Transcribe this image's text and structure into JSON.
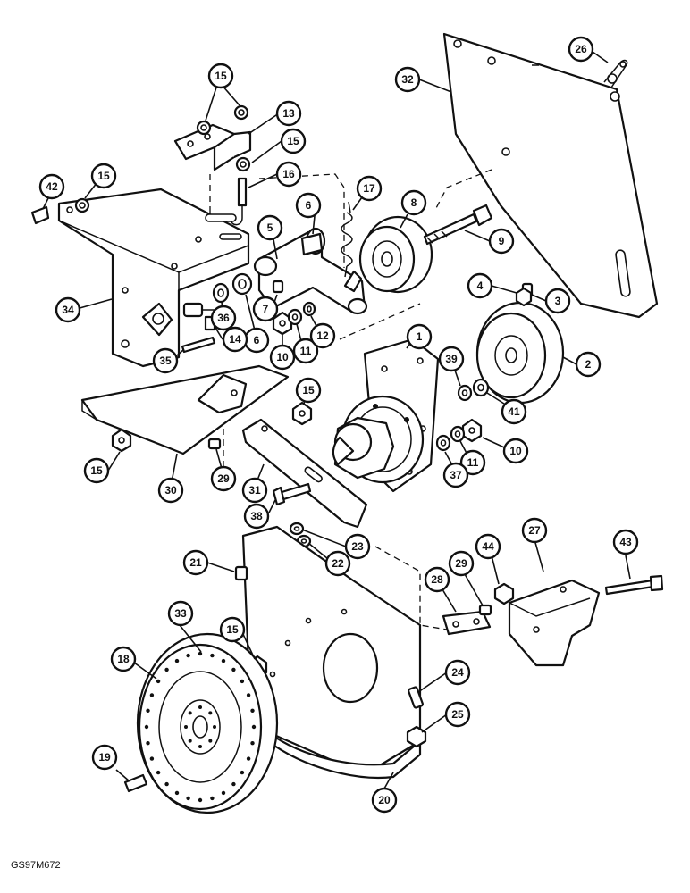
{
  "diagram_code": "GS97M672",
  "callouts": [
    {
      "id": "c1",
      "label": "1"
    },
    {
      "id": "c2",
      "label": "2"
    },
    {
      "id": "c3",
      "label": "3"
    },
    {
      "id": "c4",
      "label": "4"
    },
    {
      "id": "c5",
      "label": "5"
    },
    {
      "id": "c6a",
      "label": "6"
    },
    {
      "id": "c6b",
      "label": "6"
    },
    {
      "id": "c7",
      "label": "7"
    },
    {
      "id": "c8",
      "label": "8"
    },
    {
      "id": "c9",
      "label": "9"
    },
    {
      "id": "c10a",
      "label": "10"
    },
    {
      "id": "c10b",
      "label": "10"
    },
    {
      "id": "c11a",
      "label": "11"
    },
    {
      "id": "c11b",
      "label": "11"
    },
    {
      "id": "c12",
      "label": "12"
    },
    {
      "id": "c13",
      "label": "13"
    },
    {
      "id": "c14",
      "label": "14"
    },
    {
      "id": "c15a",
      "label": "15"
    },
    {
      "id": "c15b",
      "label": "15"
    },
    {
      "id": "c15c",
      "label": "15"
    },
    {
      "id": "c15d",
      "label": "15"
    },
    {
      "id": "c15e",
      "label": "15"
    },
    {
      "id": "c15f",
      "label": "15"
    },
    {
      "id": "c16",
      "label": "16"
    },
    {
      "id": "c17",
      "label": "17"
    },
    {
      "id": "c18",
      "label": "18"
    },
    {
      "id": "c19",
      "label": "19"
    },
    {
      "id": "c20",
      "label": "20"
    },
    {
      "id": "c21",
      "label": "21"
    },
    {
      "id": "c22",
      "label": "22"
    },
    {
      "id": "c23",
      "label": "23"
    },
    {
      "id": "c24",
      "label": "24"
    },
    {
      "id": "c25",
      "label": "25"
    },
    {
      "id": "c26",
      "label": "26"
    },
    {
      "id": "c27",
      "label": "27"
    },
    {
      "id": "c28",
      "label": "28"
    },
    {
      "id": "c29a",
      "label": "29"
    },
    {
      "id": "c29b",
      "label": "29"
    },
    {
      "id": "c30",
      "label": "30"
    },
    {
      "id": "c31",
      "label": "31"
    },
    {
      "id": "c32",
      "label": "32"
    },
    {
      "id": "c33",
      "label": "33"
    },
    {
      "id": "c34",
      "label": "34"
    },
    {
      "id": "c35",
      "label": "35"
    },
    {
      "id": "c36",
      "label": "36"
    },
    {
      "id": "c37",
      "label": "37"
    },
    {
      "id": "c38",
      "label": "38"
    },
    {
      "id": "c39",
      "label": "39"
    },
    {
      "id": "c41",
      "label": "41"
    },
    {
      "id": "c42",
      "label": "42"
    },
    {
      "id": "c43",
      "label": "43"
    },
    {
      "id": "c44",
      "label": "44"
    }
  ]
}
